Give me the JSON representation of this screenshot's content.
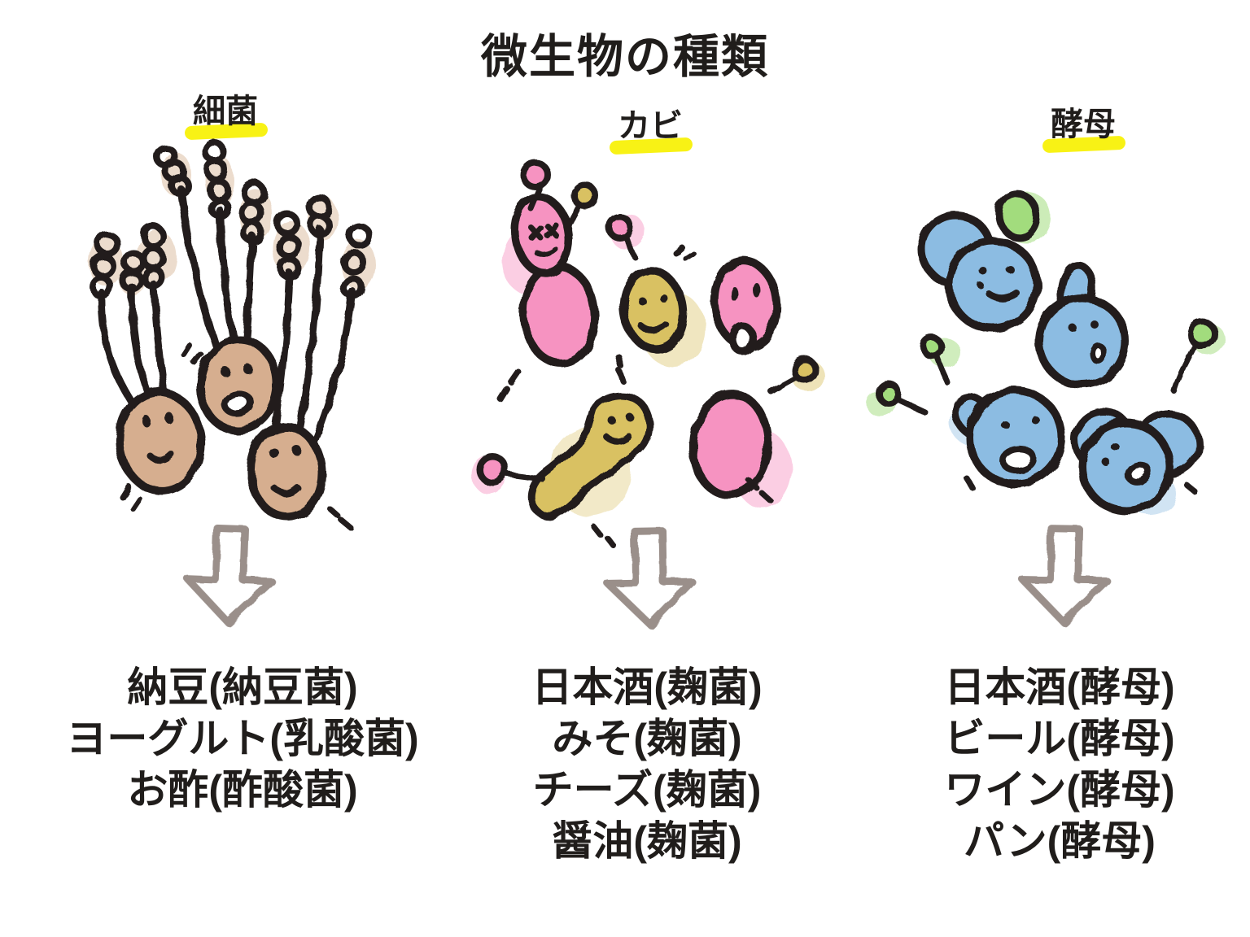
{
  "title": "微生物の種類",
  "columns": [
    {
      "id": "bacteria",
      "label": "細菌",
      "items": [
        "納豆(納豆菌)",
        "ヨーグルト(乳酸菌)",
        "お酢(酢酸菌)"
      ]
    },
    {
      "id": "mold",
      "label": "カビ",
      "items": [
        "日本酒(麹菌)",
        "みそ(麹菌)",
        "チーズ(麹菌)",
        "醤油(麹菌)"
      ]
    },
    {
      "id": "yeast",
      "label": "酵母",
      "items": [
        "日本酒(酵母)",
        "ビール(酵母)",
        "ワイン(酵母)",
        "パン(酵母)"
      ]
    }
  ],
  "colors": {
    "highlight_yellow": "#f8f215",
    "bacteria_tan": "#d6ae8f",
    "bacteria_wash": "#dcbfa4",
    "mold_pink": "#f693c1",
    "mold_yellow": "#d9c162",
    "yeast_blue": "#8cbce2",
    "yeast_green": "#a2dc7d",
    "arrow_gray": "#9a8f8a",
    "ink_black": "#241f1c",
    "text_black": "#201d1b"
  }
}
